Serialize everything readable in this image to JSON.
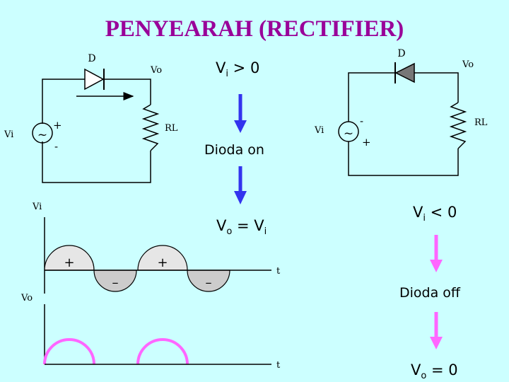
{
  "title": "PENYEARAH (RECTIFIER)",
  "colors": {
    "background": "#ccffff",
    "title": "#990099",
    "arrow_on": "#3333ee",
    "arrow_off": "#ff66ff",
    "half_wave": "#ff66ff",
    "positive_fill": "#e6e6e6",
    "negative_fill": "#cccccc",
    "diode_forward_fill": "#ffffff",
    "diode_reverse_fill": "#777777"
  },
  "circuit_forward": {
    "diode": "D",
    "output": "Vo",
    "load": "RL",
    "source": "Vi",
    "source_symbol": "~",
    "plus": "+",
    "minus": "-"
  },
  "circuit_reverse": {
    "diode": "D",
    "output": "Vo",
    "load": "RL",
    "source": "Vi",
    "source_symbol": "~",
    "plus": "+",
    "minus": "-"
  },
  "forward_flow": {
    "condition_main": "V",
    "condition_sub": "i",
    "condition_rest": " > 0",
    "state": "Dioda on",
    "result_main": "V",
    "result_sub": "o",
    "result_mid": " = V",
    "result_sub2": "i"
  },
  "reverse_flow": {
    "condition_main": "V",
    "condition_sub": "i",
    "condition_rest": " < 0",
    "state": "Dioda off",
    "result_main": "V",
    "result_sub": "o",
    "result_rest": " = 0"
  },
  "graph_input": {
    "ylabel": "Vi",
    "xlabel": "t",
    "signs": [
      "+",
      "–",
      "+",
      "–"
    ]
  },
  "graph_output": {
    "ylabel": "Vo",
    "xlabel": "t"
  },
  "icons": {
    "current_arrow": "current-arrow-icon",
    "flow_arrow": "down-arrow-icon"
  }
}
